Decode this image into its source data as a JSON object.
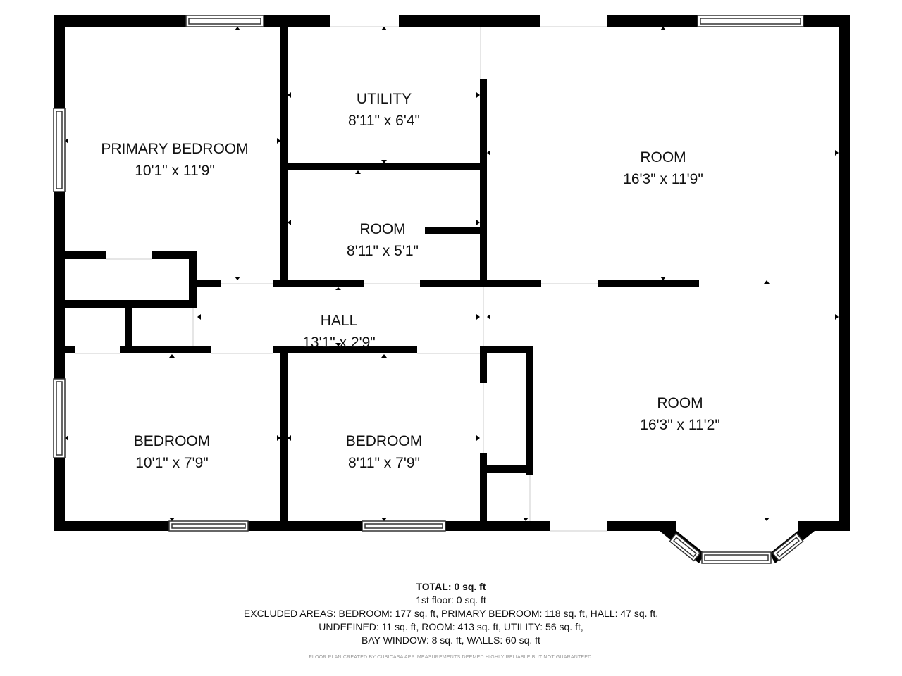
{
  "rooms": [
    {
      "id": "primary-bedroom",
      "name": "PRIMARY BEDROOM",
      "dims": "10'1\" x 11'9\""
    },
    {
      "id": "utility",
      "name": "UTILITY",
      "dims": "8'11\" x 6'4\""
    },
    {
      "id": "room-center",
      "name": "ROOM",
      "dims": "8'11\" x 5'1\""
    },
    {
      "id": "room-upper-right",
      "name": "ROOM",
      "dims": "16'3\" x 11'9\""
    },
    {
      "id": "hall",
      "name": "HALL",
      "dims": "13'1\" x 2'9\""
    },
    {
      "id": "bedroom-left",
      "name": "BEDROOM",
      "dims": "10'1\" x 7'9\""
    },
    {
      "id": "bedroom-middle",
      "name": "BEDROOM",
      "dims": "8'11\" x 7'9\""
    },
    {
      "id": "room-lower-right",
      "name": "ROOM",
      "dims": "16'3\" x 11'2\""
    }
  ],
  "summary": {
    "total": "TOTAL: 0 sq. ft",
    "floor": "1st floor: 0 sq. ft",
    "excluded_line1": "EXCLUDED AREAS: BEDROOM: 177 sq. ft, PRIMARY BEDROOM: 118 sq. ft, HALL: 47 sq. ft,",
    "excluded_line2": "UNDEFINED: 11 sq. ft, ROOM: 413 sq. ft, UTILITY: 56 sq. ft,",
    "excluded_line3": "BAY WINDOW: 8 sq. ft, WALLS: 60 sq. ft"
  },
  "credit": "FLOOR PLAN CREATED BY CUBICASA APP. MEASUREMENTS DEEMED HIGHLY RELIABLE BUT NOT GUARANTEED.",
  "colors": {
    "wall": "#000000",
    "window_frame": "#333333",
    "background": "#ffffff"
  }
}
